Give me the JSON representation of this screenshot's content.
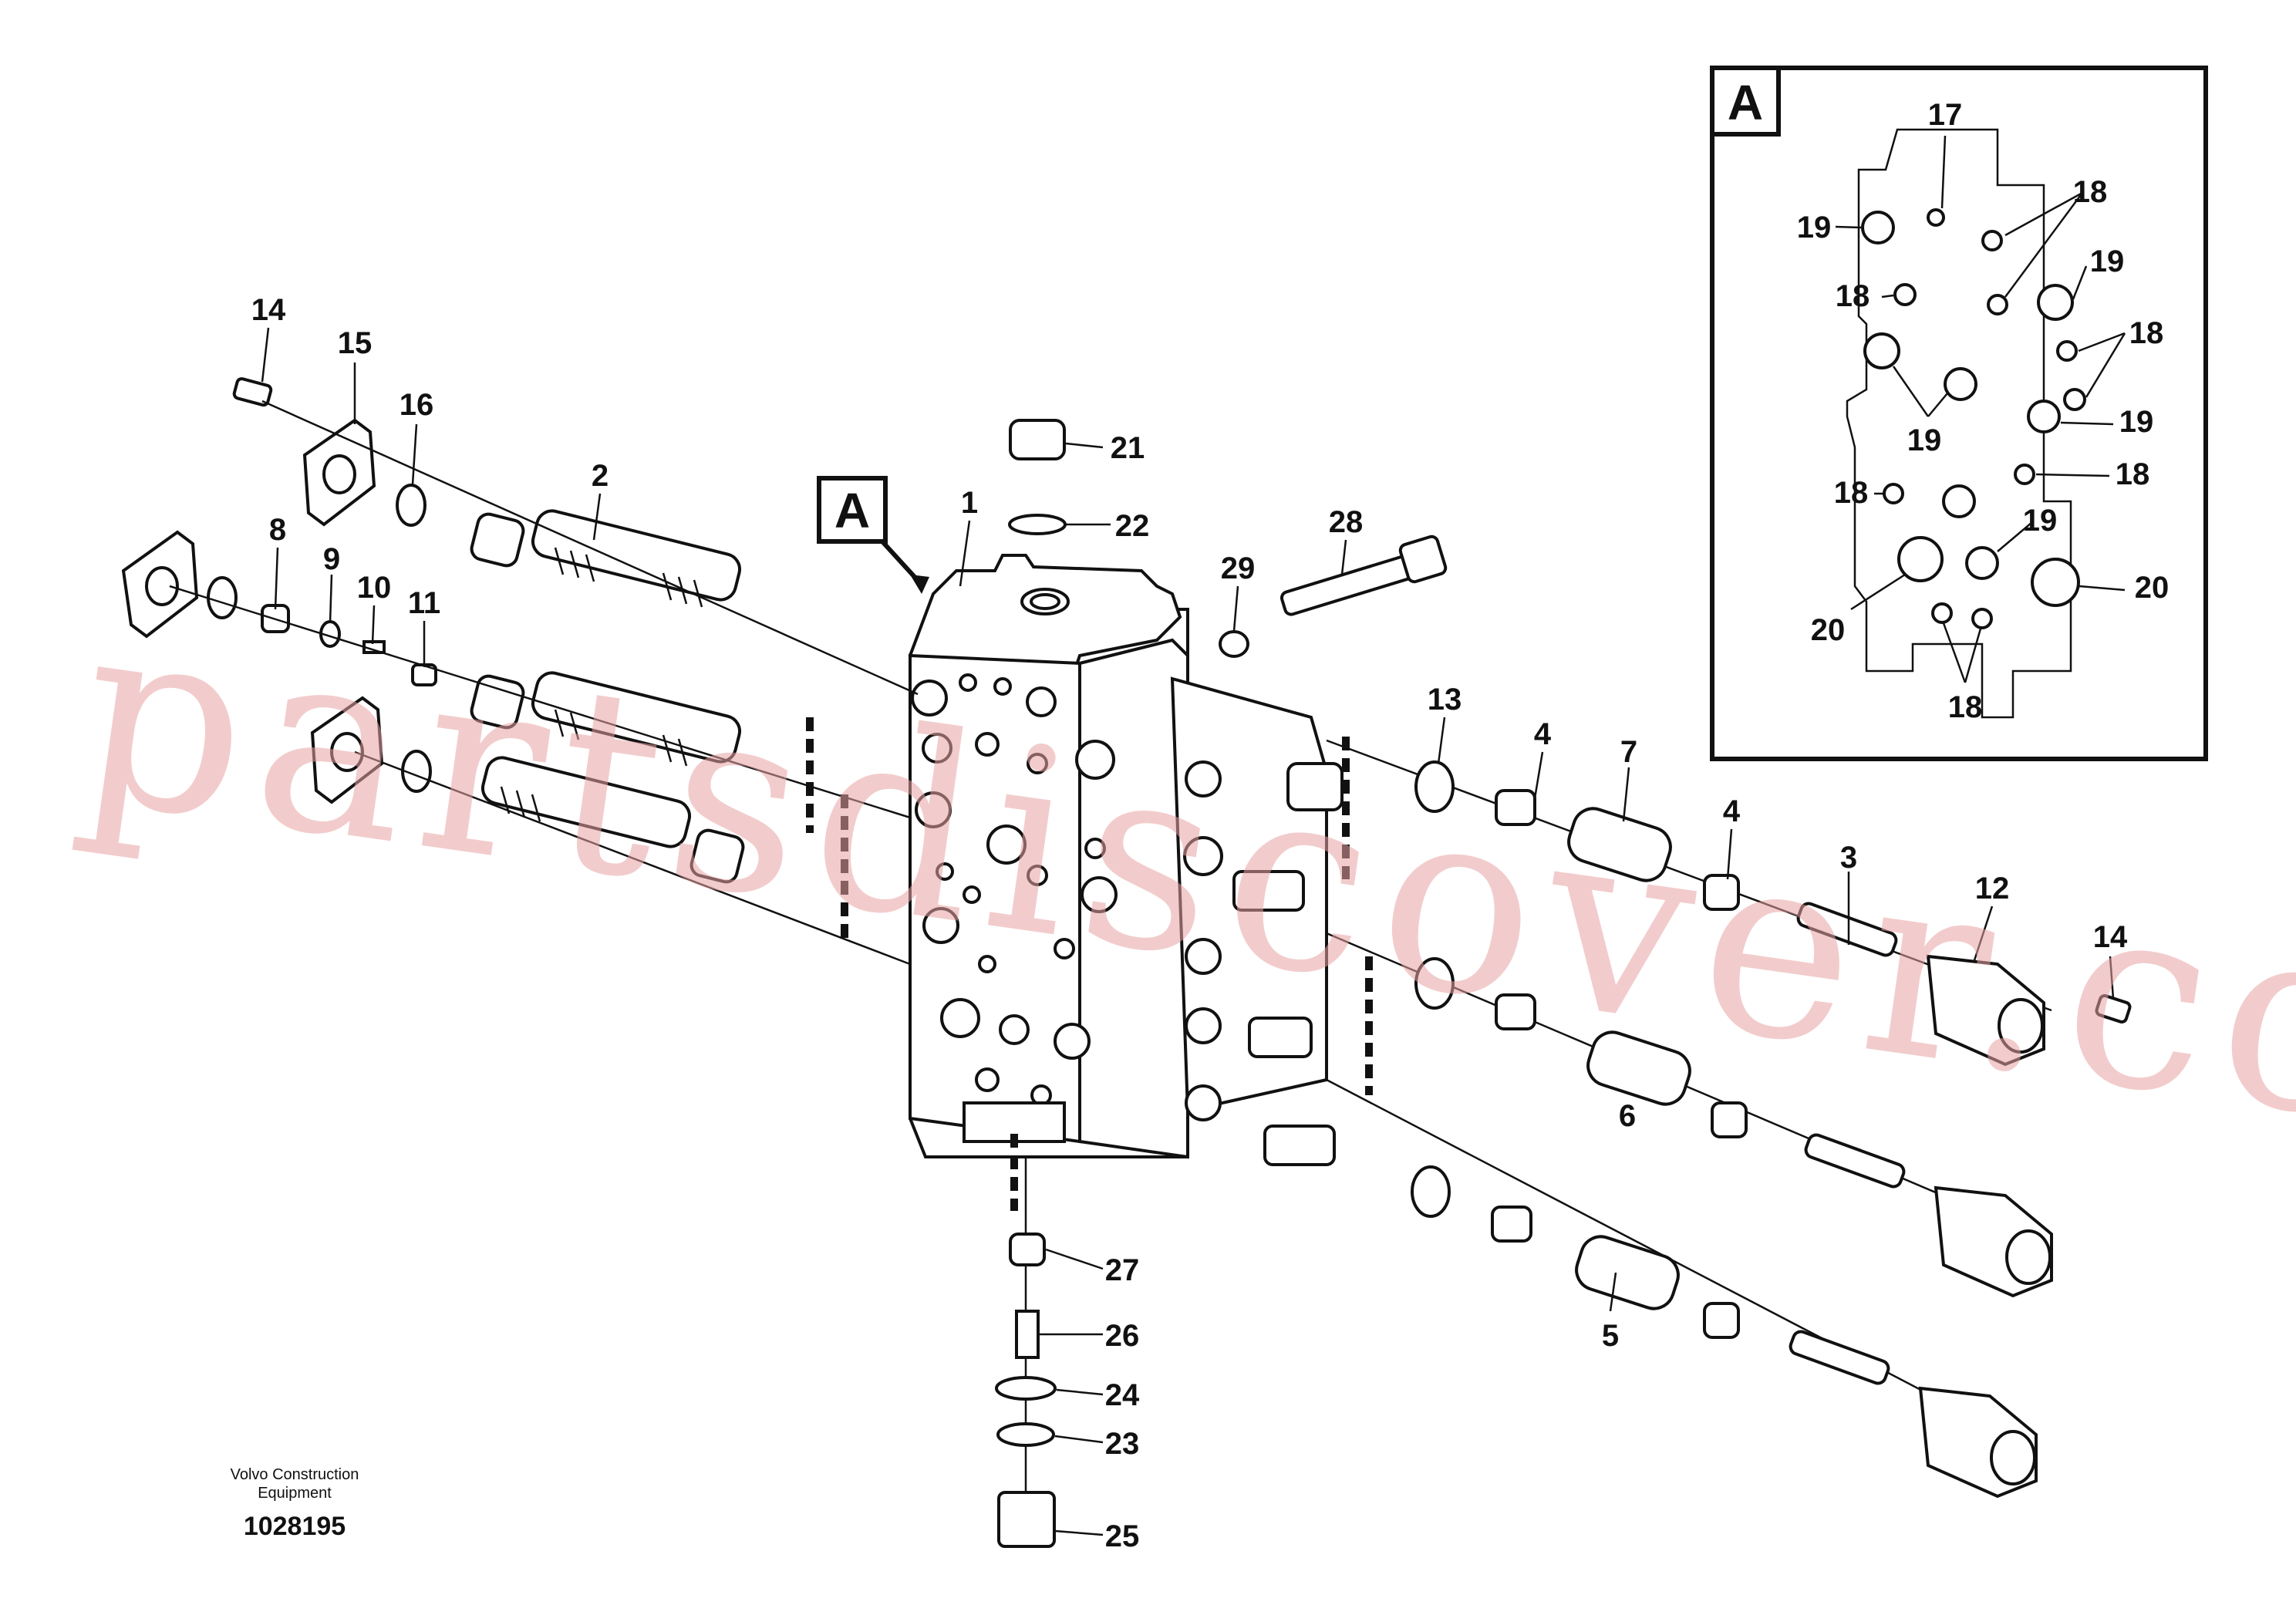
{
  "view": {
    "tag": "A",
    "labels": [
      "17",
      "18",
      "19",
      "19",
      "18",
      "18",
      "19",
      "19",
      "18",
      "18",
      "19",
      "20",
      "20",
      "18"
    ]
  },
  "main_tag": "A",
  "callouts": [
    "1",
    "2",
    "3",
    "4",
    "4",
    "5",
    "6",
    "7",
    "8",
    "9",
    "10",
    "11",
    "12",
    "13",
    "14",
    "14",
    "15",
    "16",
    "21",
    "22",
    "23",
    "24",
    "25",
    "26",
    "27",
    "28",
    "29"
  ],
  "footer": {
    "company_line1": "Volvo Construction",
    "company_line2": "Equipment",
    "diagram_number": "1028195"
  },
  "watermark": "partsdiscover.com"
}
